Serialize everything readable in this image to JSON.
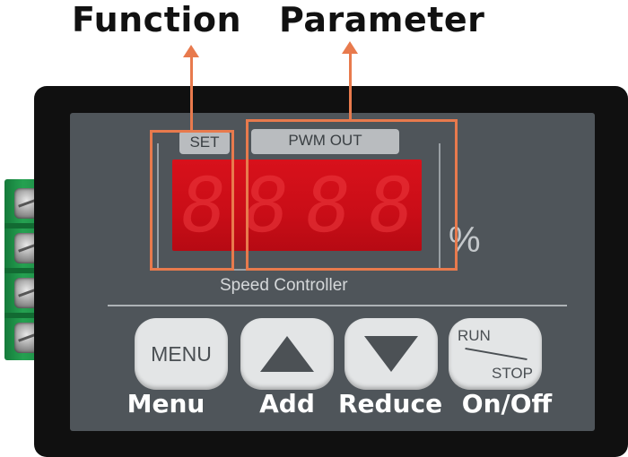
{
  "callouts": {
    "function_label": "Function",
    "parameter_label": "Parameter",
    "highlight_color": "#e87a4d"
  },
  "display": {
    "set_tag": "SET",
    "pwm_tag": "PWM OUT",
    "digits": [
      "8",
      "8",
      "8",
      "8"
    ],
    "unit": "%",
    "led_color": "#d8111b"
  },
  "device": {
    "product_label": "Speed Controller",
    "faceplate_color": "#4f555a",
    "terminal_color": "#25a151"
  },
  "buttons": {
    "menu": {
      "label": "MENU",
      "caption": "Menu",
      "icon": "menu-text"
    },
    "add": {
      "caption": "Add",
      "icon": "triangle-up-icon"
    },
    "reduce": {
      "caption": "Reduce",
      "icon": "triangle-down-icon"
    },
    "run_stop": {
      "label_top": "RUN",
      "label_bottom": "STOP",
      "caption": "On/Off",
      "icon": "run-stop-icon"
    }
  }
}
